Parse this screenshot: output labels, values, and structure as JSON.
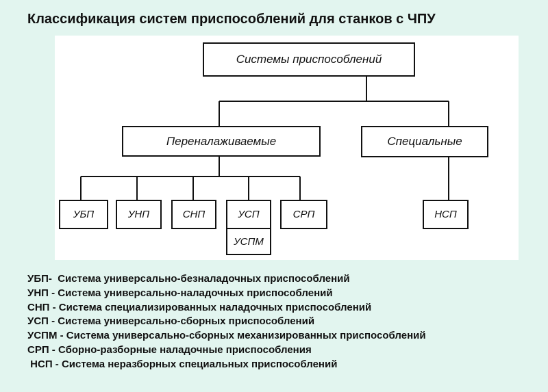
{
  "title": "Классификация систем приспособлений для станков с ЧПУ",
  "diagram": {
    "root": "Системы приспособлений",
    "branches": [
      "Переналаживаемые",
      "Специальные"
    ],
    "readjustable": [
      "УБП",
      "УНП",
      "СНП",
      "УСП",
      "СРП"
    ],
    "usp_sub": "УСПМ",
    "special": [
      "НСП"
    ]
  },
  "legend": [
    "УБП-  Система универсально-безналадочных приспособлений",
    "УНП - Система универсально-наладочных приспособлений",
    "СНП - Система специализированных наладочных приспособлений",
    "УСП - Система универсально-сборных приспособлений",
    "УСПМ - Система универсально-сборных механизированных приспособлений",
    "СРП - Сборно-разборные наладочные приспособления",
    " НСП - Система неразборных специальных приспособлений"
  ]
}
